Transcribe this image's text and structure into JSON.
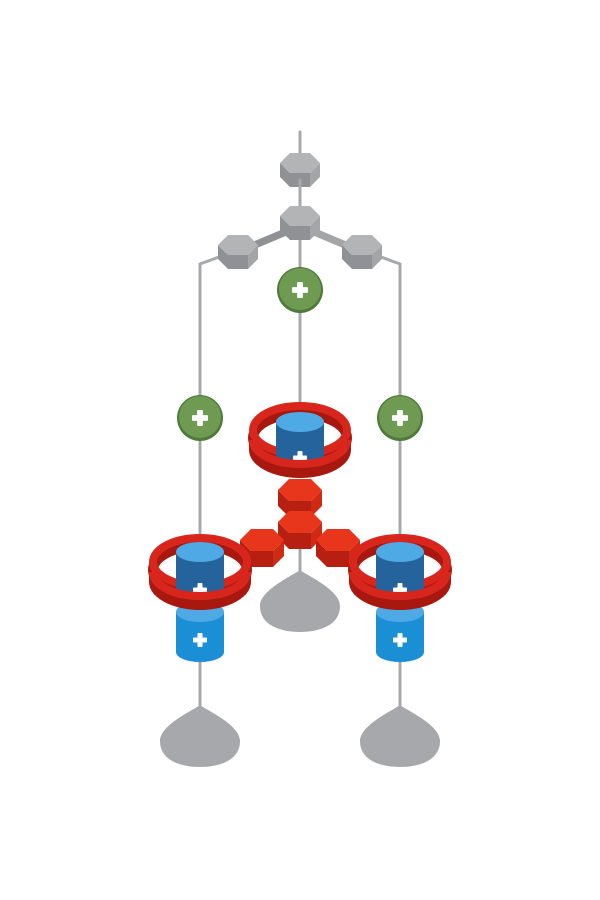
{
  "diagram": {
    "colors": {
      "background": "#ffffff",
      "wire": "#a6a8ab",
      "gray_hex_top": "#b2b4b6",
      "gray_hex_left": "#8f9194",
      "gray_hex_right": "#a3a5a7",
      "weight": "#a6a8ab",
      "green_node": "#6e9a52",
      "green_node_dark": "#4e7a3a",
      "battery_top_light": "#4ea9e4",
      "battery_body_dark": "#25639d",
      "battery_body_light": "#1a8fd6",
      "ring_red": "#d9261c",
      "ring_red_dark": "#a8180f",
      "hex_red_top": "#e8361c",
      "hex_red_left": "#b71f10",
      "hex_red_right": "#cf2a14",
      "plus": "#ffffff"
    },
    "icons": {
      "green_node": "plus-circle-icon",
      "battery_label": "plus-icon",
      "hub_top": "hexagon-prism-icon",
      "hub_bottom": "hexagon-prism-icon",
      "weight": "teardrop-weight-icon"
    },
    "components": {
      "top_hub": {
        "hexagons": 4
      },
      "green_nodes": 3,
      "ringed_batteries": 3,
      "lower_batteries": 2,
      "red_hub": {
        "hexagons": 4
      },
      "weights": 3
    }
  }
}
